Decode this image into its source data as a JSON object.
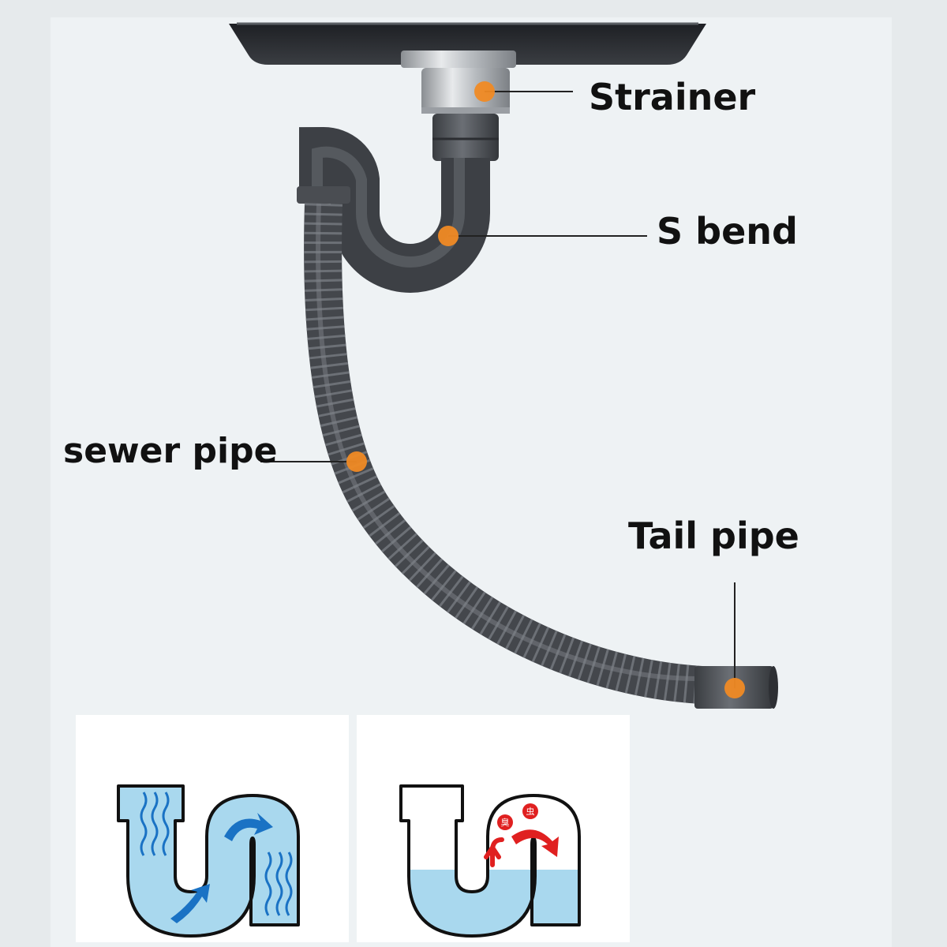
{
  "labels": {
    "strainer": "Strainer",
    "s_bend": "S bend",
    "sewer_pipe": "sewer pipe",
    "tail_pipe": "Tail pipe"
  },
  "inset_right_chars": [
    "臭",
    "虫"
  ],
  "colors": {
    "marker": "#f08a24",
    "pipe": "#4a4d52",
    "pipe_highlight": "#6b6f75",
    "water": "#a9d8ee",
    "flow_arrow": "#1a72c4",
    "warning_red": "#e02020",
    "background": "#eef2f4"
  },
  "icons": [
    "drain-flow-arrow-icon",
    "odor-up-arrow-icon",
    "insect-return-arrow-icon"
  ]
}
